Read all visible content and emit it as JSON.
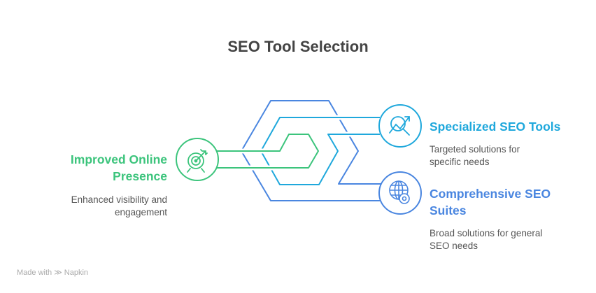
{
  "title": "SEO Tool Selection",
  "colors": {
    "green": "#3cc47c",
    "cyan": "#1fa8dc",
    "blue": "#4a86e0"
  },
  "nodes": [
    {
      "heading": "Improved Online Presence",
      "heading_lines": [
        "Improved Online",
        "Presence"
      ],
      "description_lines": [
        "Enhanced visibility and",
        "engagement"
      ],
      "icon": "target-icon"
    },
    {
      "heading": "Specialized SEO Tools",
      "description_lines": [
        "Targeted solutions for",
        "specific needs"
      ],
      "icon": "chart-search-icon"
    },
    {
      "heading": "Comprehensive SEO Suites",
      "heading_lines": [
        "Comprehensive SEO",
        "Suites"
      ],
      "description_lines": [
        "Broad solutions for general",
        "SEO needs"
      ],
      "icon": "globe-gear-icon"
    }
  ],
  "footer": {
    "prefix": "Made with",
    "brand": "Napkin"
  }
}
